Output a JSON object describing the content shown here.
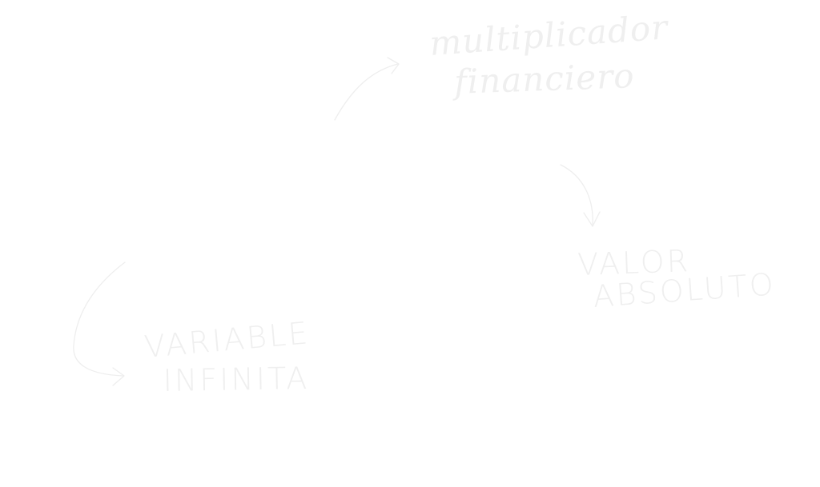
{
  "notes": {
    "multiplicador": {
      "line1": "multiplicador",
      "line2": "financiero"
    },
    "valor": {
      "line1": "VALOR",
      "line2": "ABSOLUTO"
    },
    "variable": {
      "line1": "VARIABLE",
      "line2": "INFINITA"
    }
  },
  "colors": {
    "background": "#ffffff",
    "ink": "#eeeeee"
  }
}
